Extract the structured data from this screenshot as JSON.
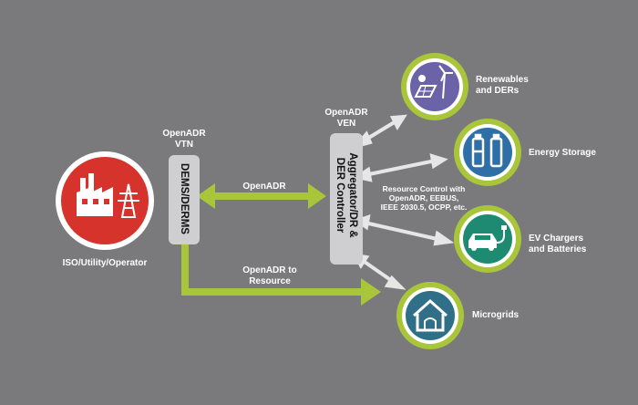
{
  "colors": {
    "background": "#7a7a7c",
    "arrow_green": "#a9c53a",
    "arrow_white": "#e6e6e6",
    "box_gray": "#cfcfd1",
    "renewables": "#6a63a8",
    "storage": "#2f6fa8",
    "ev": "#1f8a72",
    "microgrids": "#2f6f87",
    "utility": "#d6332d"
  },
  "nodes": {
    "utility_label": "ISO/Utility/Operator",
    "vtn_label": "OpenADR\nVTN",
    "dems_box": "DEMS/DERMS",
    "ven_label": "OpenADR\nVEN",
    "aggregator_box": "Aggregator/DR &\nDER Controller",
    "renewables": "Renewables\nand DERs",
    "storage": "Energy Storage",
    "ev": "EV Chargers\nand Batteries",
    "microgrids": "Microgrids"
  },
  "edges": {
    "openadr": "OpenADR",
    "openadr_to_resource": "OpenADR to\nResource",
    "resource_control": "Resource Control with\nOpenADR, EEBUS,\nIEEE 2030.5, OCPP, etc."
  },
  "icons": [
    "factory-icon",
    "solar-panel-icon",
    "battery-icon",
    "ev-car-icon",
    "house-icon"
  ]
}
